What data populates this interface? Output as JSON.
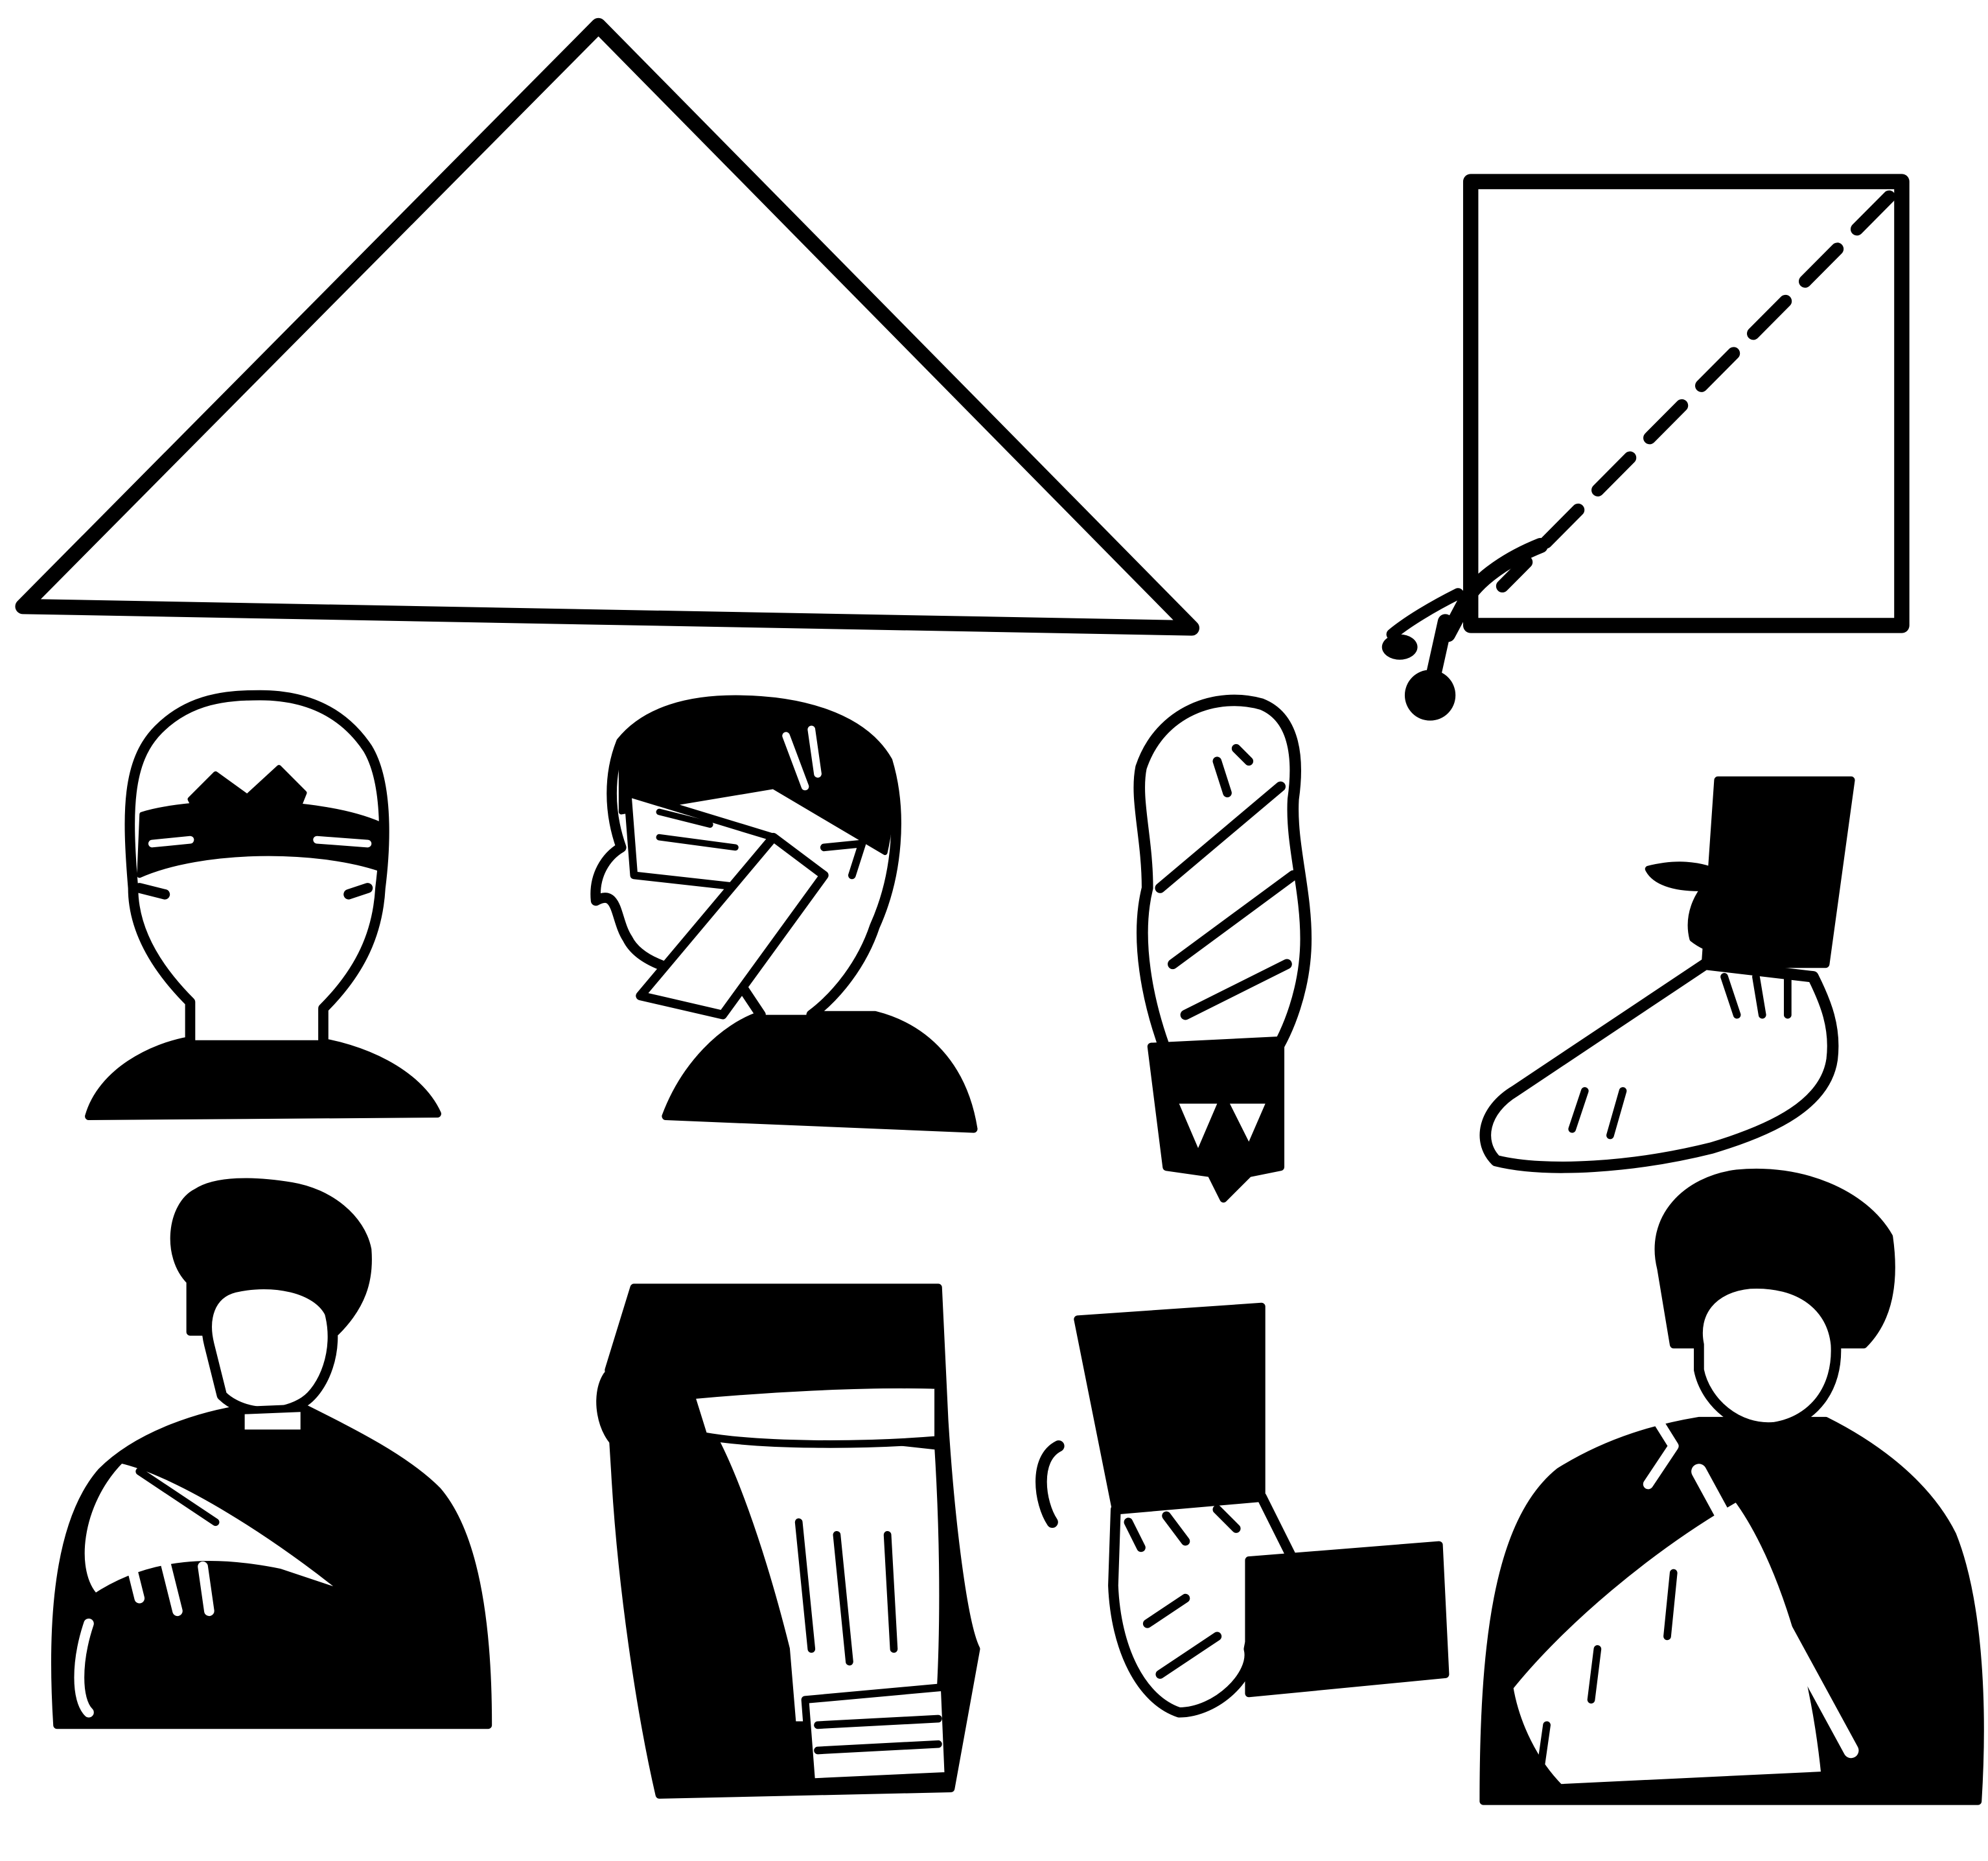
{
  "figure": {
    "kind": "triangular-bandage-illustrations",
    "colors": {
      "ink": "#000000",
      "paper": "#ffffff"
    },
    "items": [
      {
        "name": "triangle-bandage",
        "icon": "triangle-icon"
      },
      {
        "name": "square-cloth-cut",
        "icon": "scissors-icon"
      },
      {
        "name": "head-bandage-front",
        "icon": "head-icon"
      },
      {
        "name": "head-jaw-bandage-side",
        "icon": "head-side-icon"
      },
      {
        "name": "hand-bandage",
        "icon": "hand-icon"
      },
      {
        "name": "foot-bandage",
        "icon": "foot-icon"
      },
      {
        "name": "shoulder-bandage",
        "icon": "shoulder-icon"
      },
      {
        "name": "knee-bandage",
        "icon": "knee-icon"
      },
      {
        "name": "elbow-bandage",
        "icon": "elbow-icon"
      },
      {
        "name": "arm-sling",
        "icon": "sling-icon"
      }
    ]
  }
}
